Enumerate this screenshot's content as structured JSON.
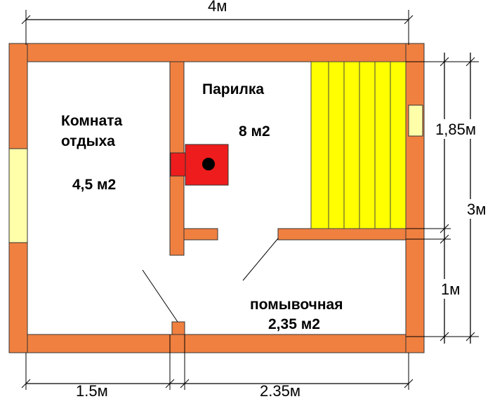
{
  "dimensions": {
    "top_width": "4м",
    "right_upper": "1,85м",
    "right_total": "3м",
    "right_lower": "1м",
    "bottom_left": "1.5м",
    "bottom_right": "2.35м"
  },
  "rooms": {
    "rest_line1": "Комната",
    "rest_line2": "отдыха",
    "rest_area": "4,5  м2",
    "steam_name": "Парилка",
    "steam_area": "8 м2",
    "wash_name": "помывочная",
    "wash_area": "2,35 м2"
  },
  "colors": {
    "wall": "#f08040",
    "stove": "#ee1c1c",
    "bench": "#ffff00",
    "window": "#ffffaa"
  }
}
